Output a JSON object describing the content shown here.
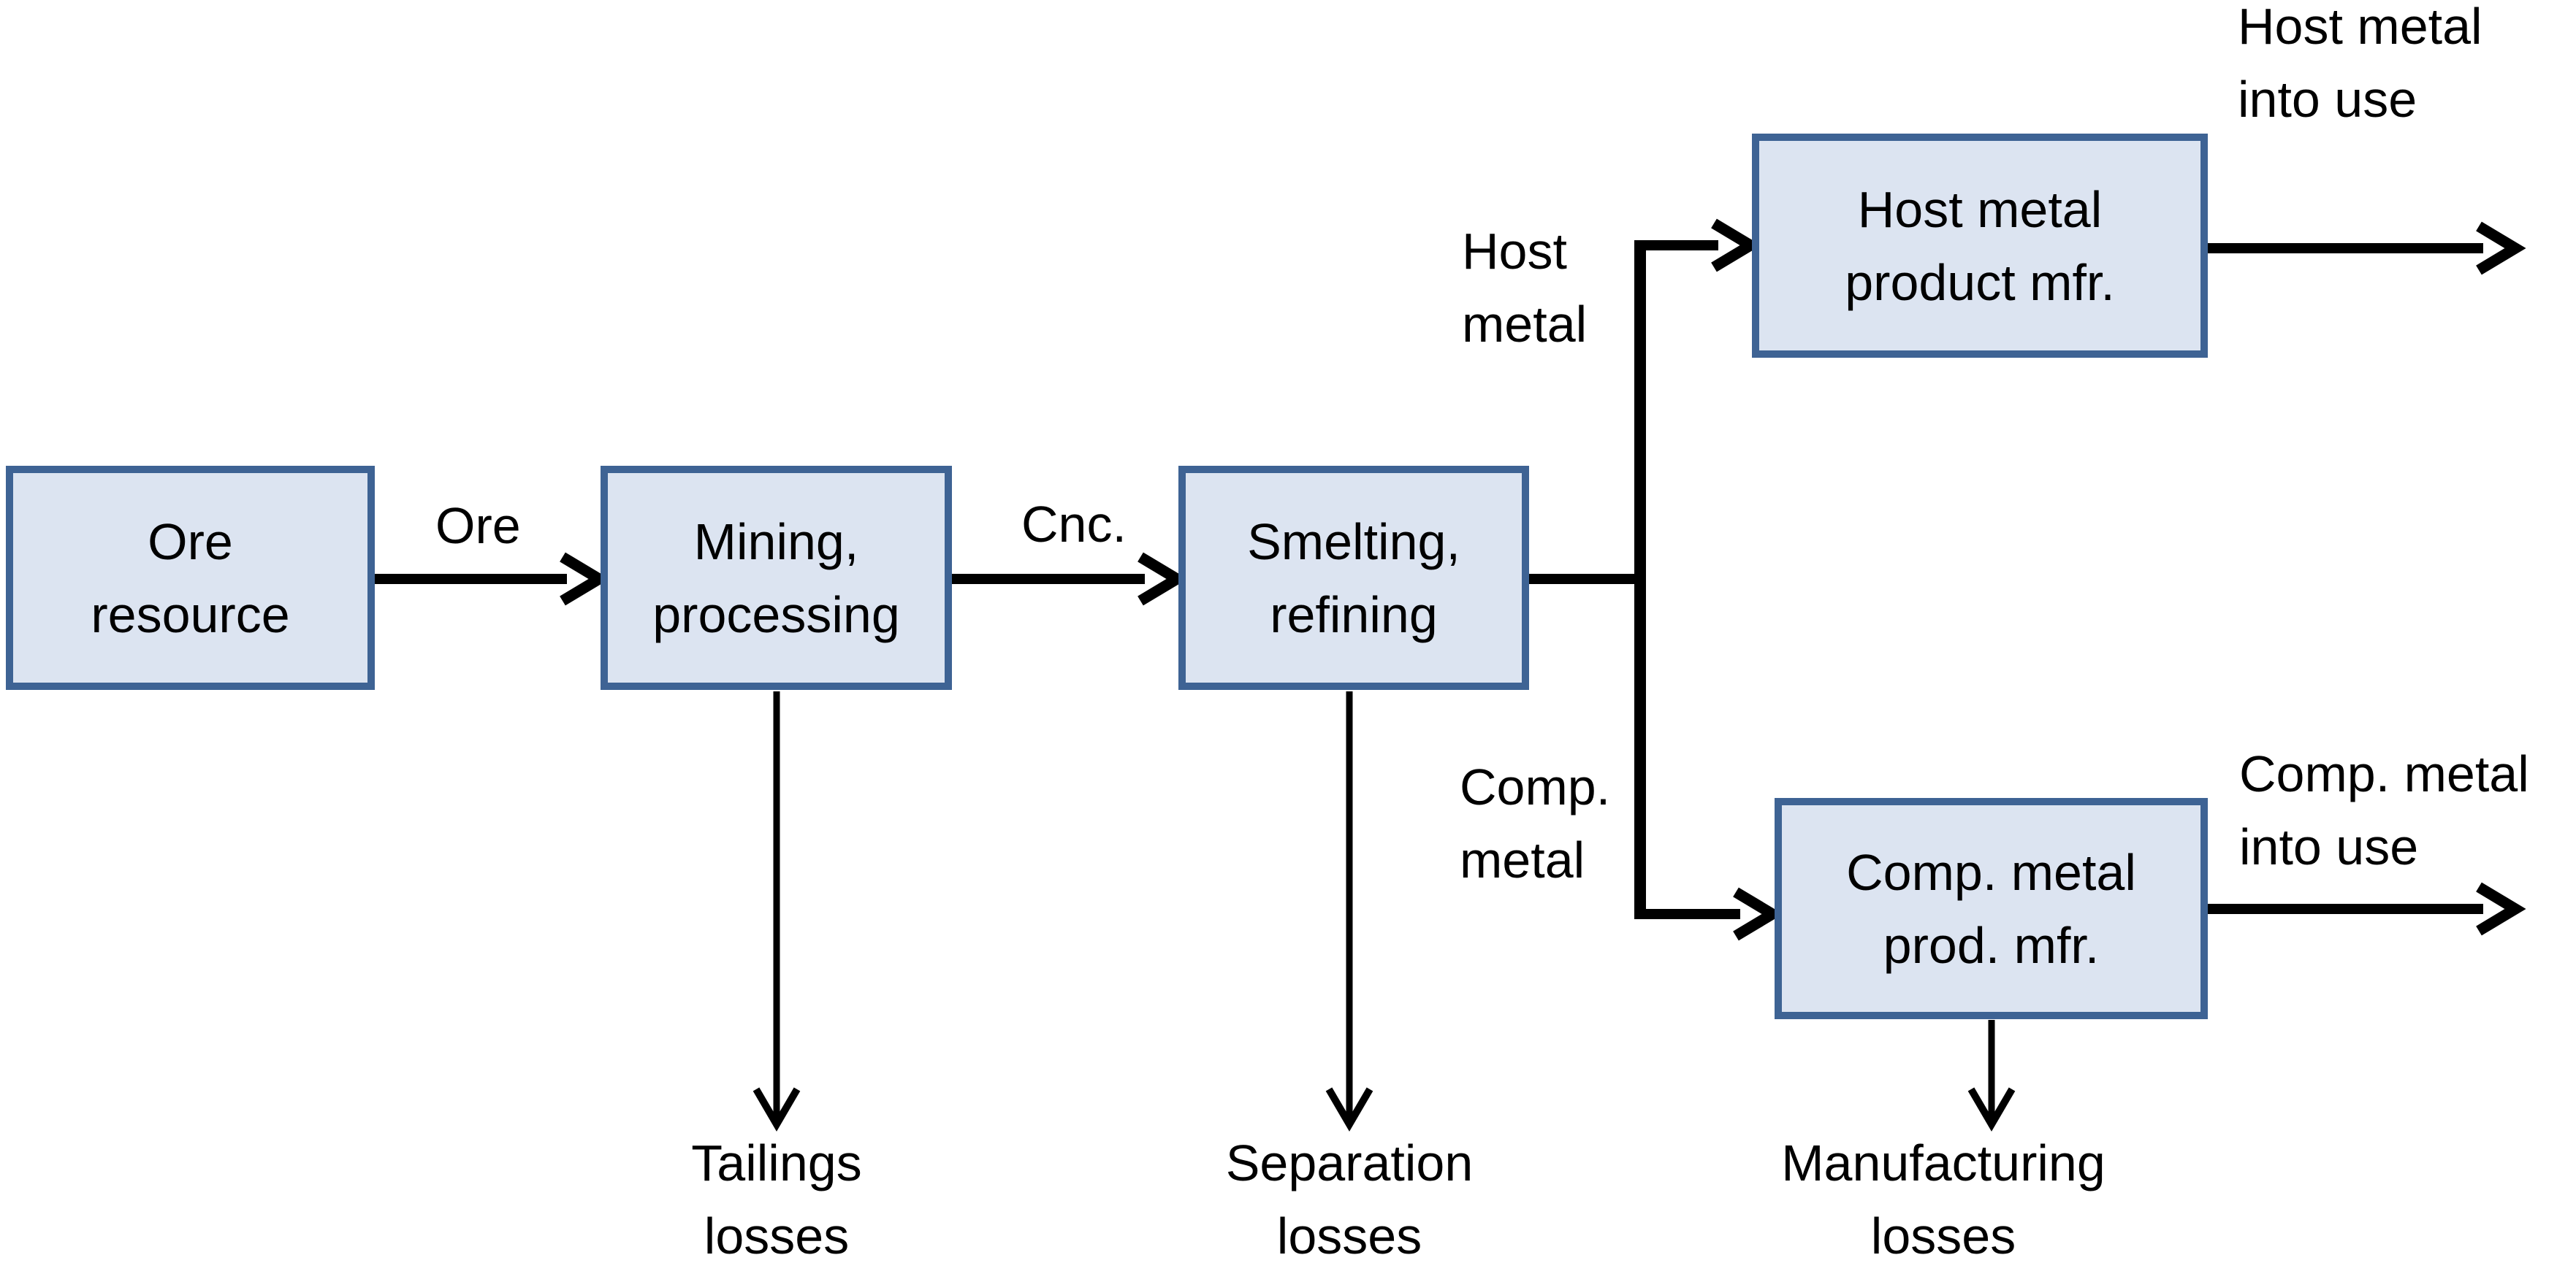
{
  "diagram": {
    "nodes": {
      "ore_resource": "Ore\nresource",
      "mining_processing": "Mining,\nprocessing",
      "smelting_refining": "Smelting,\nrefining",
      "host_metal_product_mfr": "Host metal\nproduct mfr.",
      "comp_metal_prod_mfr": "Comp. metal\nprod. mfr."
    },
    "flow_labels": {
      "ore": "Ore",
      "cnc": "Cnc.",
      "host_metal": "Host\nmetal",
      "comp_metal": "Comp.\nmetal",
      "host_metal_into_use": "Host metal\ninto use",
      "comp_metal_into_use": "Comp. metal\ninto use"
    },
    "loss_labels": {
      "tailings": "Tailings\nlosses",
      "separation": "Separation\nlosses",
      "manufacturing": "Manufacturing\nlosses"
    },
    "colors": {
      "box_fill": "#dce4f1",
      "box_border": "#3e6394",
      "arrow": "#000000",
      "background": "#ffffff"
    }
  }
}
